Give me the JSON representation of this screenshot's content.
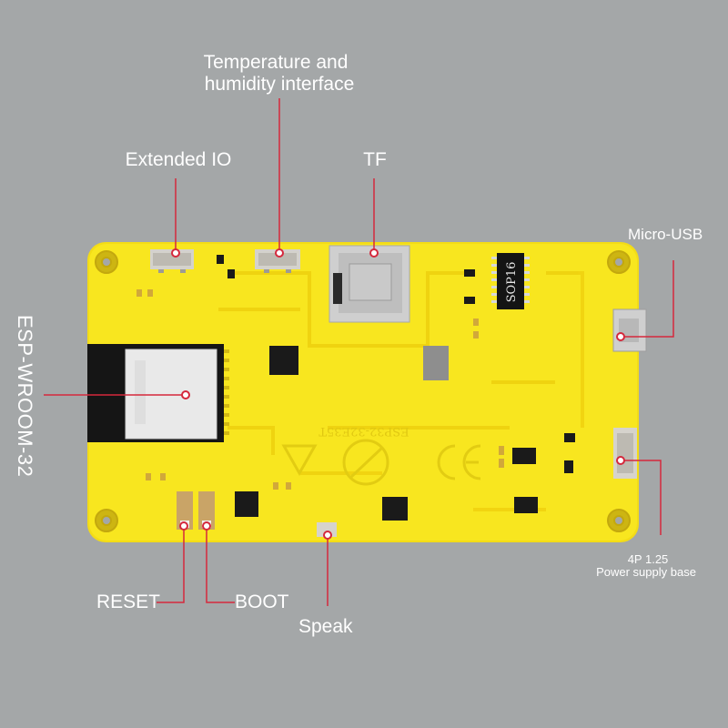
{
  "colors": {
    "background": "#a4a7a8",
    "board": "#f7e41e",
    "board_edge": "#e6cf12",
    "leader": "#d5283c",
    "text": "#ffffff"
  },
  "labels": {
    "temp_humidity_line1": "Temperature and",
    "temp_humidity_line2": "humidity interface",
    "extended_io": "Extended IO",
    "tf": "TF",
    "micro_usb": "Micro-USB",
    "esp_module": "ESP-WROOM-32",
    "power_line1": "4P 1.25",
    "power_line2": "Power supply base",
    "reset": "RESET",
    "boot": "BOOT",
    "speak": "Speak"
  },
  "board_marks": {
    "ic_marking": "SOP16",
    "silkscreen": "ESP32-32E35T"
  }
}
